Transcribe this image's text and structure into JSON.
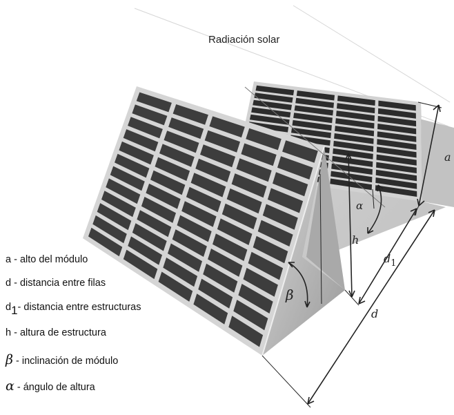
{
  "title": "Radiación solar",
  "labels": {
    "a": "a",
    "h": "h",
    "alpha": "α",
    "beta": "β",
    "d": "d",
    "d1_base": "d",
    "d1_sub": "1"
  },
  "legend": [
    {
      "symbol": "a",
      "text": " - alto del módulo"
    },
    {
      "symbol": "d",
      "text": " - distancia entre filas"
    },
    {
      "symbol": "d",
      "subscript": "1",
      "text": "- distancia entre estructuras"
    },
    {
      "symbol": "h",
      "text": " - altura de estructura"
    },
    {
      "symbol": "β",
      "text": " - inclinación de módulo"
    },
    {
      "symbol": "α",
      "text": " - ángulo de altura"
    }
  ],
  "colors": {
    "panel": "#3d3d3d",
    "panel_dark": "#2c2c2c",
    "frame": "#d2d2d2",
    "support": "#8f8f8f",
    "ground": "#c9c9c9",
    "line": "#222222"
  }
}
